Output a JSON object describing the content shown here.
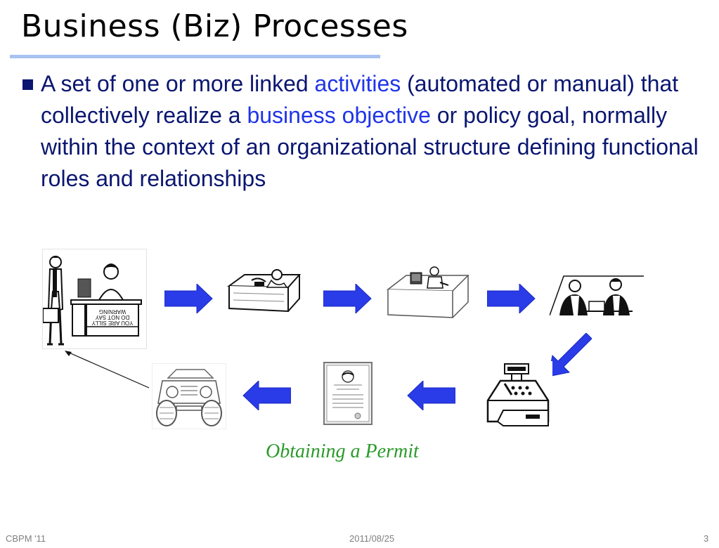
{
  "slide": {
    "title": "Business (Biz) Processes"
  },
  "bullet": {
    "part1": "A set of one or more linked ",
    "term1": "activities",
    "part2": " (automated or manual) that collectively realize a ",
    "term2": "business objective",
    "part3": " or policy goal, normally within the context of an organizational structure defining functional roles and relationships"
  },
  "colors": {
    "title_rule": "#a9c3f1",
    "body_text": "#0a1670",
    "highlight": "#1f35e8",
    "arrow": "#2a3be8",
    "caption": "#2a9a2a",
    "footer": "#7f7f7f"
  },
  "diagram": {
    "caption": "Obtaining a Permit",
    "steps": [
      {
        "icon": "clerk-desk-sign-illustration",
        "sign_lines": [
          "WARNING",
          "DO NOT SAY",
          "YOU ARE SILLY"
        ]
      },
      {
        "icon": "worker-in-cubicle-illustration"
      },
      {
        "icon": "computer-desk-illustration"
      },
      {
        "icon": "meeting-people-illustration"
      },
      {
        "icon": "cash-register-illustration"
      },
      {
        "icon": "certificate-document-illustration"
      },
      {
        "icon": "jeep-car-illustration"
      }
    ]
  },
  "footer": {
    "left": "CBPM '11",
    "center": "2011/08/25",
    "page": "3"
  }
}
